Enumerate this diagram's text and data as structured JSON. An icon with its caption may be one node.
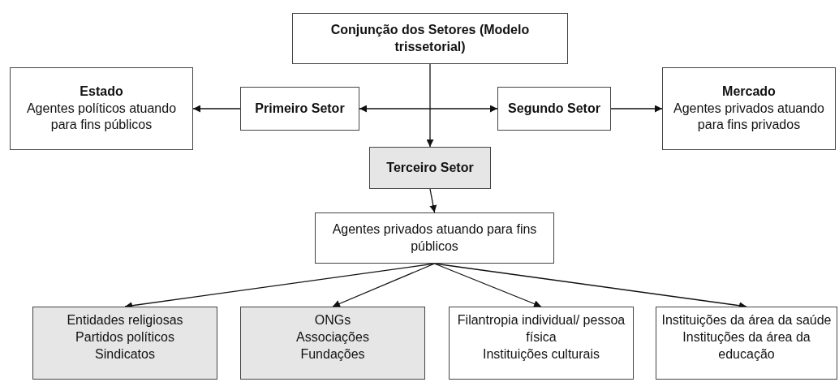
{
  "diagram": {
    "nodes": [
      {
        "text": [
          "Conjunção dos Setores (Modelo trissetorial)"
        ]
      },
      {
        "text": [
          "Estado",
          "Agentes políticos atuando para fins públicos"
        ]
      },
      {
        "text": [
          "Primeiro Setor"
        ]
      },
      {
        "text": [
          "Segundo Setor"
        ]
      },
      {
        "text": [
          "Mercado",
          "Agentes privados atuando para fins privados"
        ]
      },
      {
        "text": [
          "Terceiro Setor"
        ]
      },
      {
        "text": [
          "Agentes privados atuando para fins públicos"
        ]
      },
      {
        "text": [
          "Entidades religiosas",
          "Partidos políticos",
          "Sindicatos"
        ]
      },
      {
        "text": [
          "ONGs",
          "Associações",
          "Fundações"
        ]
      },
      {
        "text": [
          "Filantropia individual/ pessoa física",
          "Instituições culturais"
        ]
      },
      {
        "text": [
          "Instituições da área da saúde",
          "Instituções da área da educação"
        ]
      }
    ],
    "edges": [
      {
        "from": 2,
        "to": 1,
        "arrow": "to"
      },
      {
        "from": 2,
        "to": 3,
        "arrow": "both"
      },
      {
        "from": 3,
        "to": 4,
        "arrow": "to"
      },
      {
        "from": 0,
        "to": 5,
        "arrow": "to"
      },
      {
        "from": 5,
        "to": 6,
        "arrow": "to"
      },
      {
        "from": 6,
        "to": 7,
        "arrow": "to"
      },
      {
        "from": 6,
        "to": 8,
        "arrow": "to"
      },
      {
        "from": 6,
        "to": 9,
        "arrow": "to"
      },
      {
        "from": 6,
        "to": 10,
        "arrow": "to"
      }
    ]
  }
}
